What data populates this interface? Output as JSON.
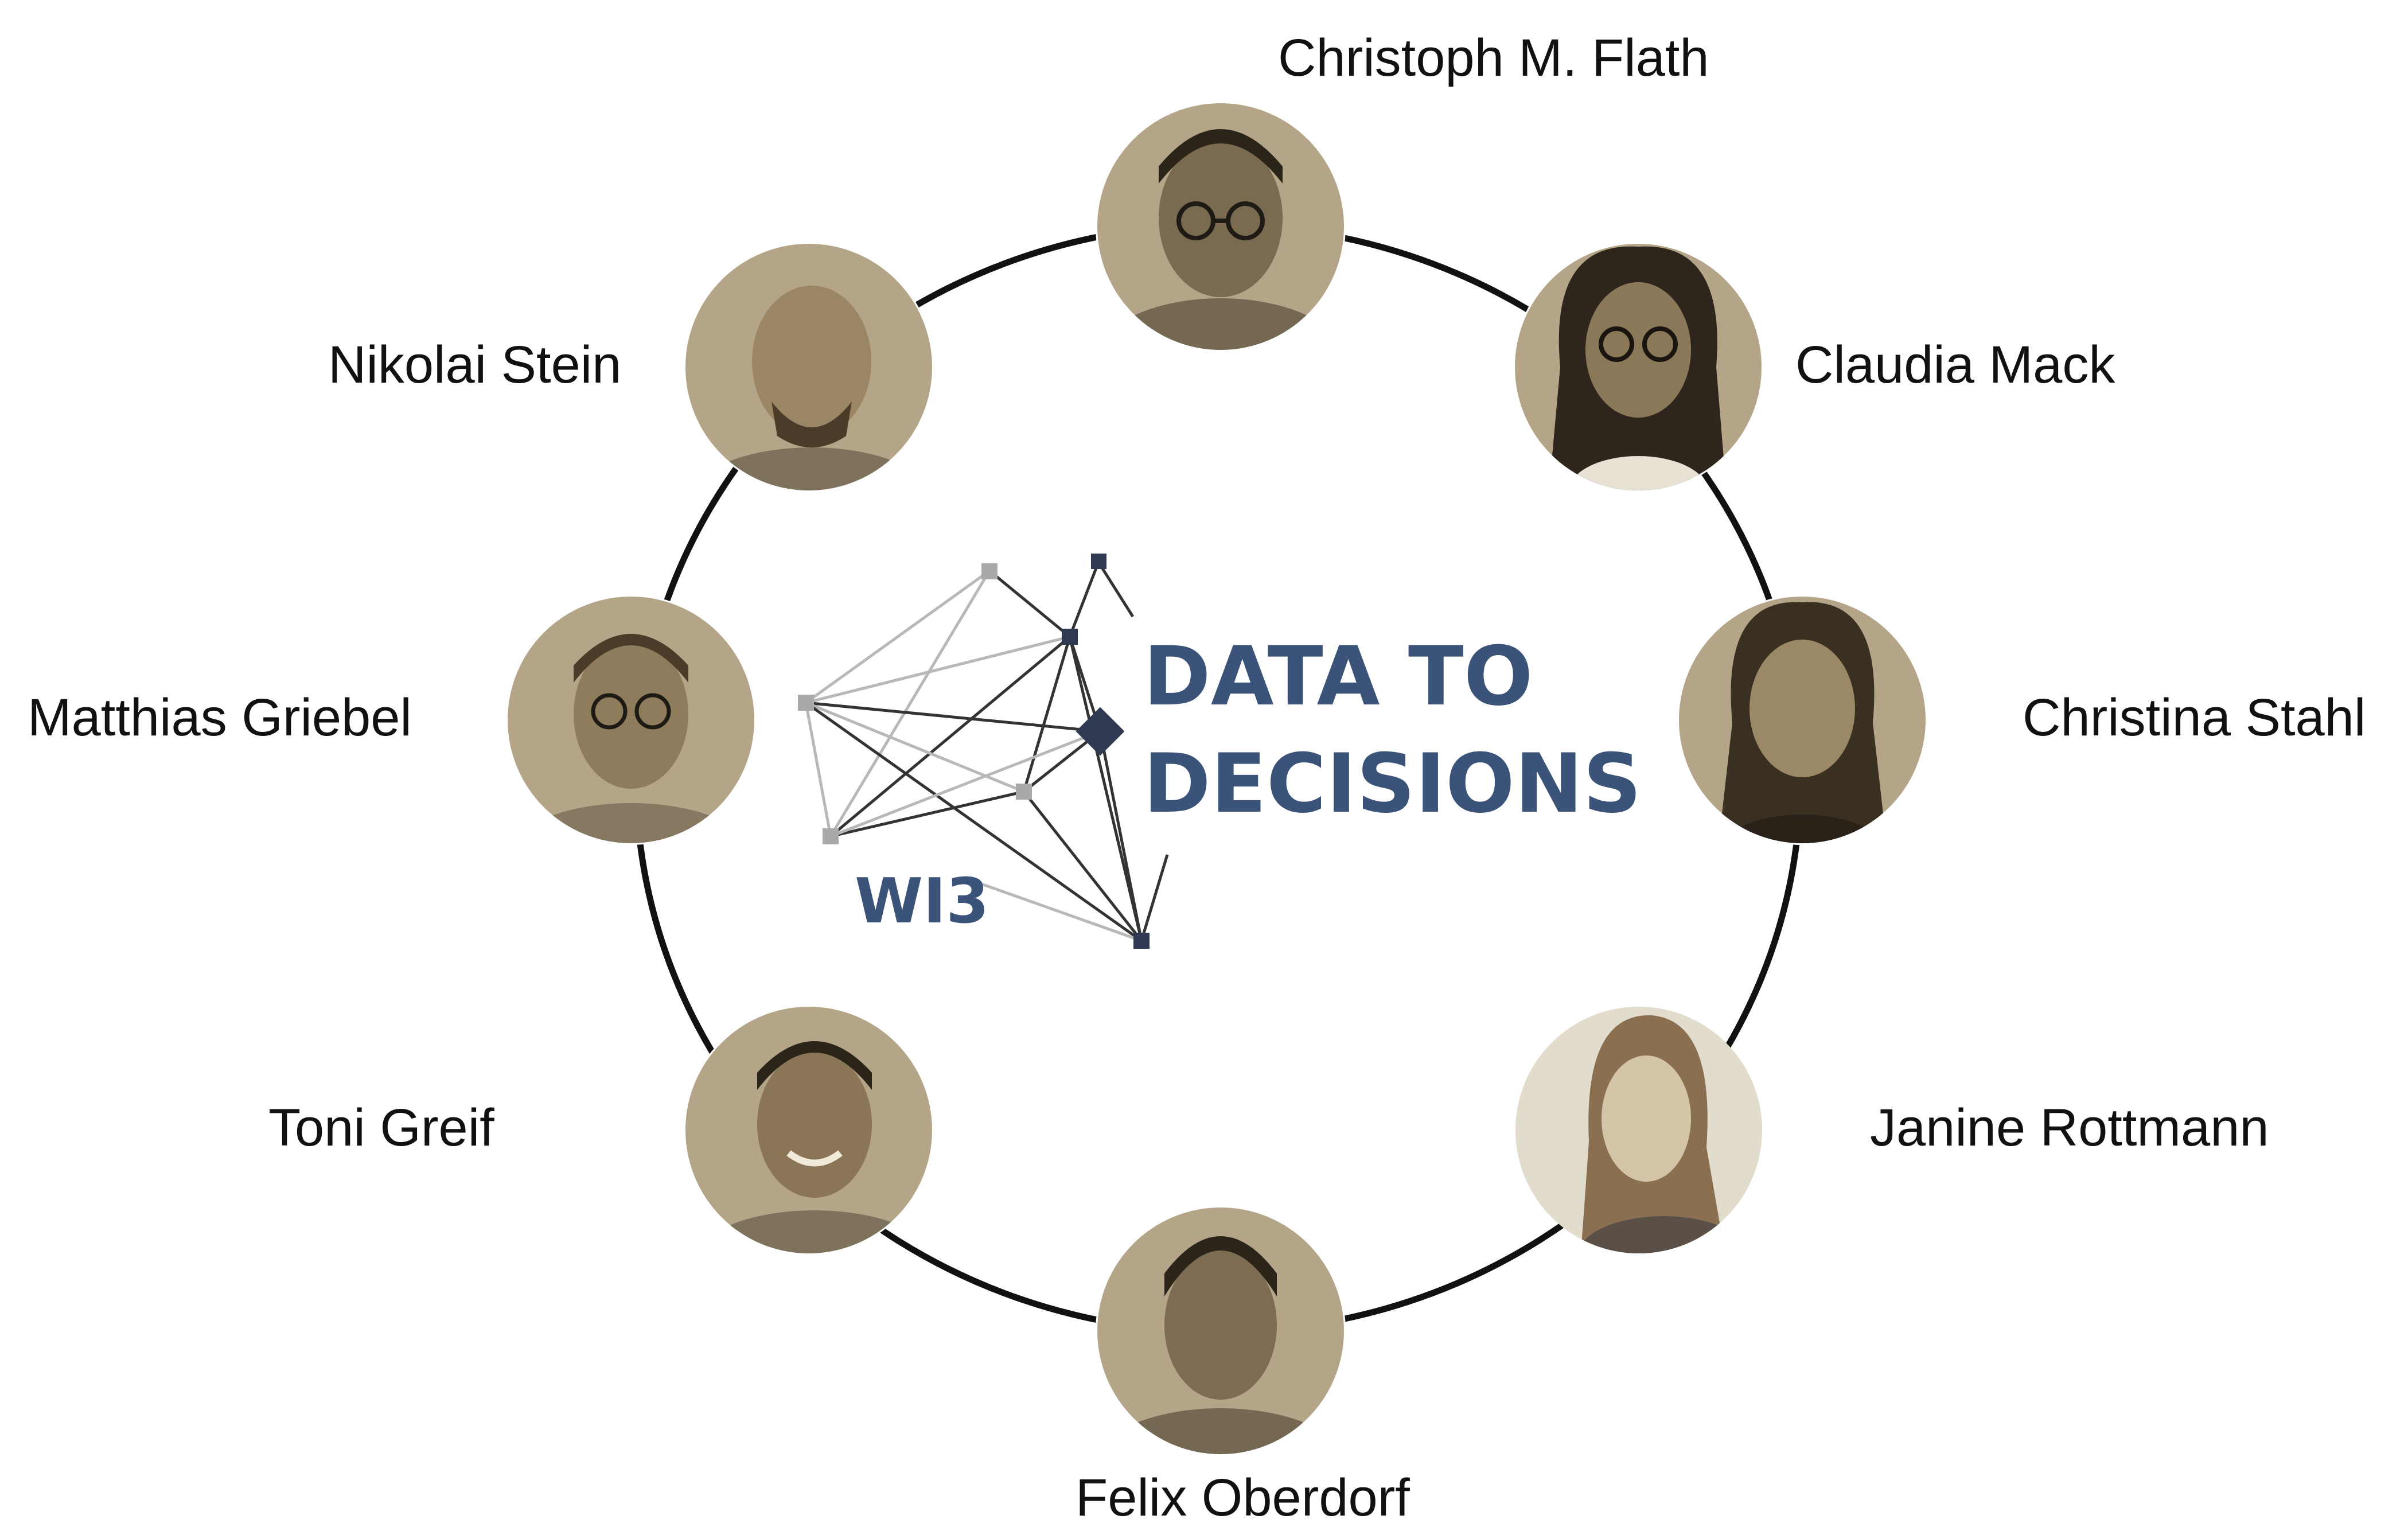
{
  "logo": {
    "line1": "DATA TO",
    "line2": "DECISIONS",
    "badge": "WI3",
    "text_color": "#3b5378",
    "node_dark": "#2f3a52",
    "node_light": "#a9a9a9"
  },
  "ring_color": "#111111",
  "photo_tone": "#b4a588",
  "members": [
    {
      "name": "Christoph M. Flath",
      "avatar_icon": "man-with-glasses-portrait"
    },
    {
      "name": "Claudia Mack",
      "avatar_icon": "woman-with-glasses-portrait"
    },
    {
      "name": "Christina Stahl",
      "avatar_icon": "woman-portrait"
    },
    {
      "name": "Janine Rottmann",
      "avatar_icon": "woman-portrait-light"
    },
    {
      "name": "Felix Oberdorf",
      "avatar_icon": "man-portrait"
    },
    {
      "name": "Toni Greif",
      "avatar_icon": "man-portrait"
    },
    {
      "name": "Matthias Griebel",
      "avatar_icon": "man-with-glasses-portrait"
    },
    {
      "name": "Nikolai Stein",
      "avatar_icon": "man-portrait"
    }
  ]
}
